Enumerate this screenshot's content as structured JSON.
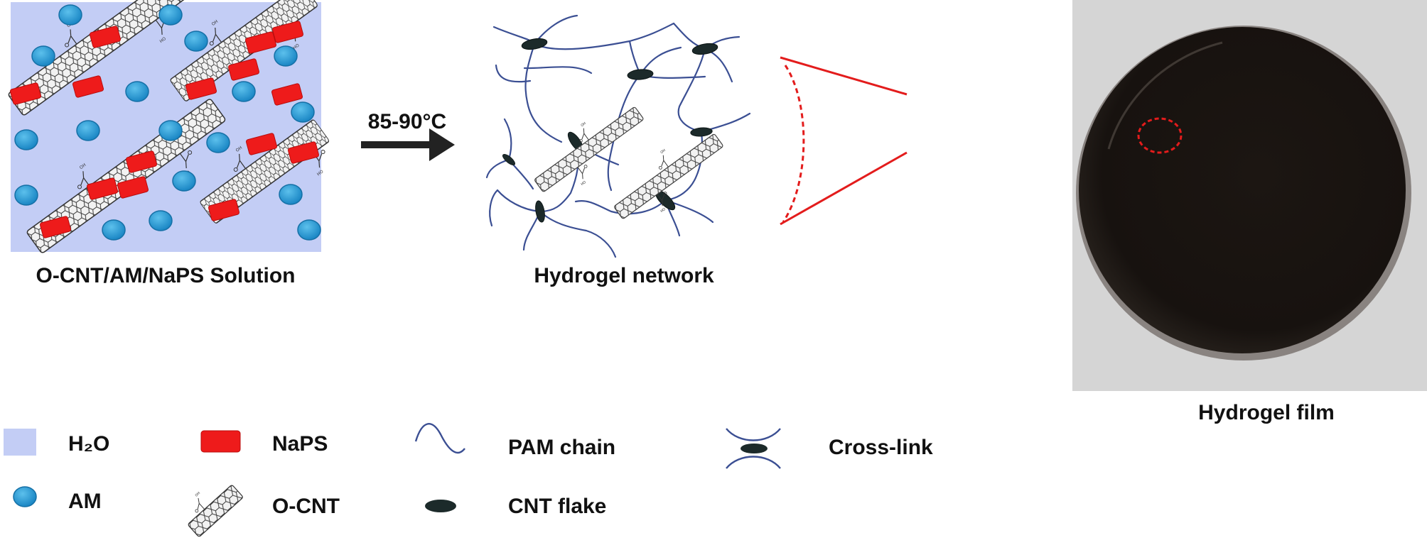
{
  "colors": {
    "water": "#c3cdf5",
    "am_fill": "#2c9fd8",
    "am_stroke": "#1776ad",
    "naps": "#ee1b1b",
    "chain": "#3b4f93",
    "flake": "#1c2a2a",
    "arrow": "#222222",
    "zoom": "#e31c1c",
    "film_bg": "#d9d9d9",
    "film_dark": "#1a1511"
  },
  "arrow": {
    "label": "85-90°C"
  },
  "panels": {
    "solution": {
      "caption": "O-CNT/AM/NaPS Solution"
    },
    "network": {
      "caption": "Hydrogel network"
    },
    "film": {
      "caption": "Hydrogel film"
    }
  },
  "legend": {
    "items": [
      {
        "key": "water",
        "icon": "water-square-icon",
        "label": "H₂O"
      },
      {
        "key": "naps",
        "icon": "naps-rectangle-icon",
        "label": "NaPS"
      },
      {
        "key": "pam",
        "icon": "pam-chain-icon",
        "label": "PAM chain"
      },
      {
        "key": "crosslink",
        "icon": "cross-link-icon",
        "label": "Cross-link"
      },
      {
        "key": "am",
        "icon": "am-bead-icon",
        "label": "AM"
      },
      {
        "key": "ocnt",
        "icon": "o-cnt-icon",
        "label": "O-CNT"
      },
      {
        "key": "flake",
        "icon": "cnt-flake-icon",
        "label": "CNT flake"
      }
    ]
  }
}
